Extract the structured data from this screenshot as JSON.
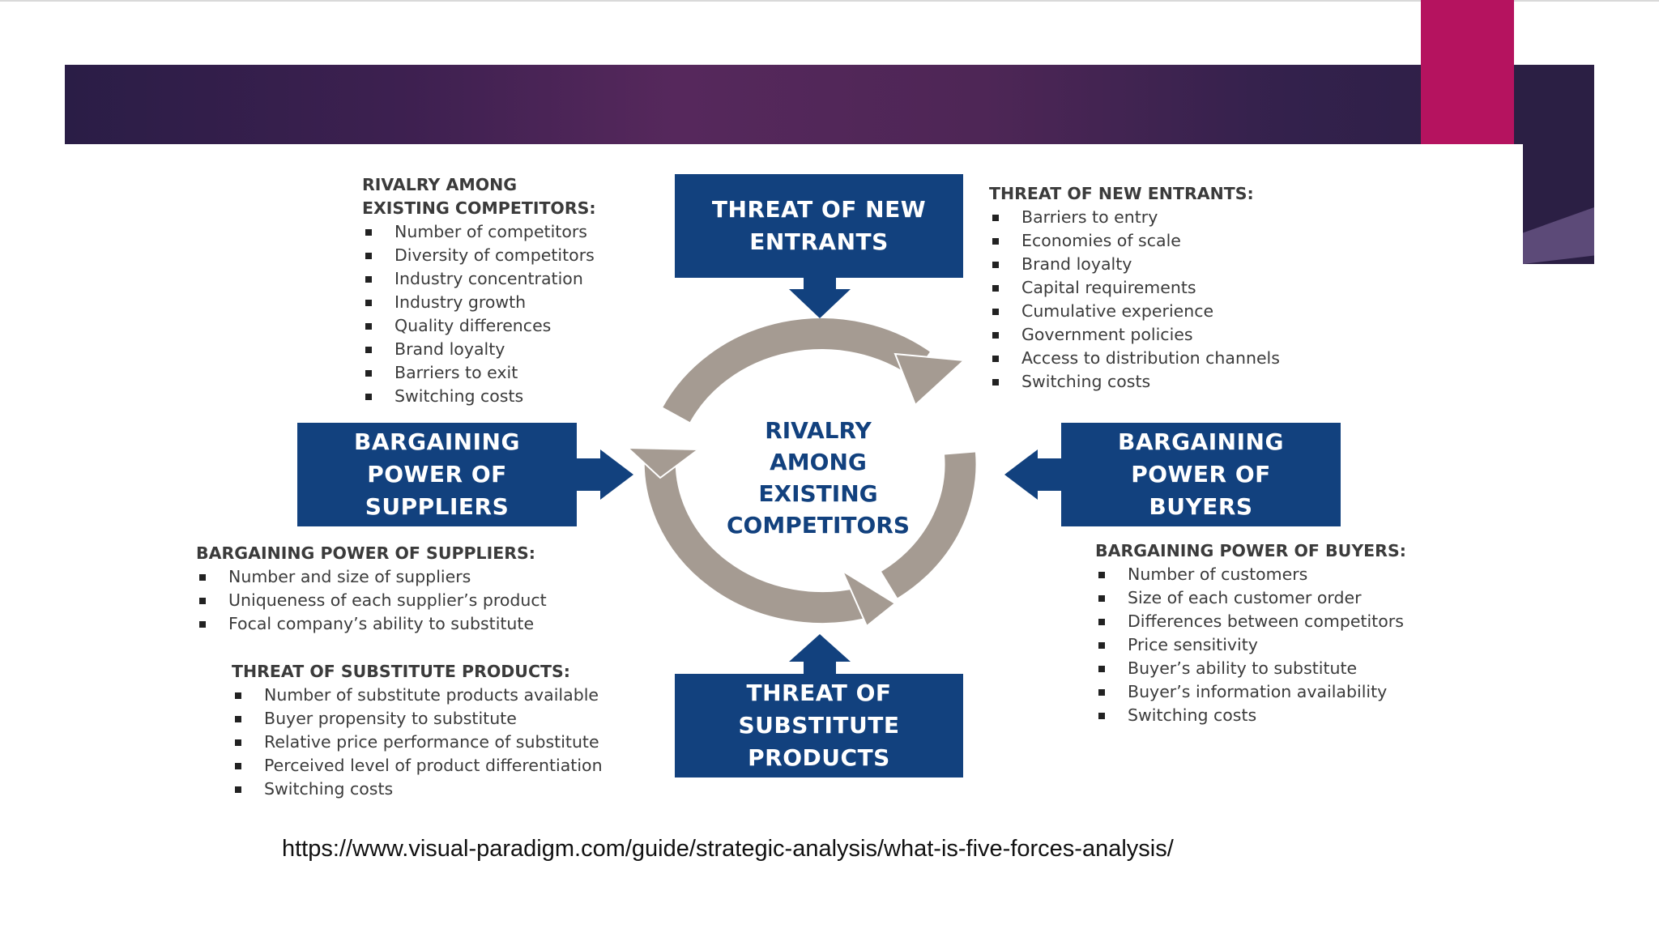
{
  "diagram": {
    "center_label": "RIVALRY\nAMONG\nEXISTING\nCOMPETITORS",
    "boxes": {
      "new_entrants": "THREAT OF NEW\nENTRANTS",
      "suppliers": "BARGAINING\nPOWER OF\nSUPPLIERS",
      "buyers": "BARGAINING\nPOWER OF\nBUYERS",
      "substitutes": "THREAT OF\nSUBSTITUTE\nPRODUCTS"
    },
    "lists": {
      "rivalry": {
        "title": "RIVALRY AMONG\nEXISTING COMPETITORS:",
        "items": [
          "Number of competitors",
          "Diversity of competitors",
          "Industry concentration",
          "Industry growth",
          "Quality differences",
          "Brand loyalty",
          "Barriers to exit",
          "Switching costs"
        ]
      },
      "new_entrants": {
        "title": "THREAT OF NEW ENTRANTS:",
        "items": [
          "Barriers to entry",
          "Economies of scale",
          "Brand loyalty",
          "Capital requirements",
          "Cumulative experience",
          "Government policies",
          "Access to distribution channels",
          "Switching costs"
        ]
      },
      "suppliers": {
        "title": "BARGAINING POWER OF SUPPLIERS:",
        "items": [
          "Number  and size of suppliers",
          "Uniqueness of each supplier’s product",
          "Focal company’s ability to substitute"
        ]
      },
      "substitutes": {
        "title": "THREAT OF SUBSTITUTE PRODUCTS:",
        "items": [
          "Number of substitute products available",
          "Buyer propensity to substitute",
          "Relative price performance of substitute",
          "Perceived level of product differentiation",
          "Switching costs"
        ]
      },
      "buyers": {
        "title": "BARGAINING POWER OF BUYERS:",
        "items": [
          "Number of customers",
          "Size of each customer order",
          "Differences between competitors",
          "Price sensitivity",
          "Buyer’s ability to substitute",
          "Buyer’s information availability",
          "Switching costs"
        ]
      }
    }
  },
  "source_url": "https://www.visual-paradigm.com/guide/strategic-analysis/what-is-five-forces-analysis/",
  "colors": {
    "box_fill": "#12417e",
    "cycle_arrow": "#a59b92",
    "accent_pink": "#b5135f",
    "banner_purple": "#4e2656"
  }
}
